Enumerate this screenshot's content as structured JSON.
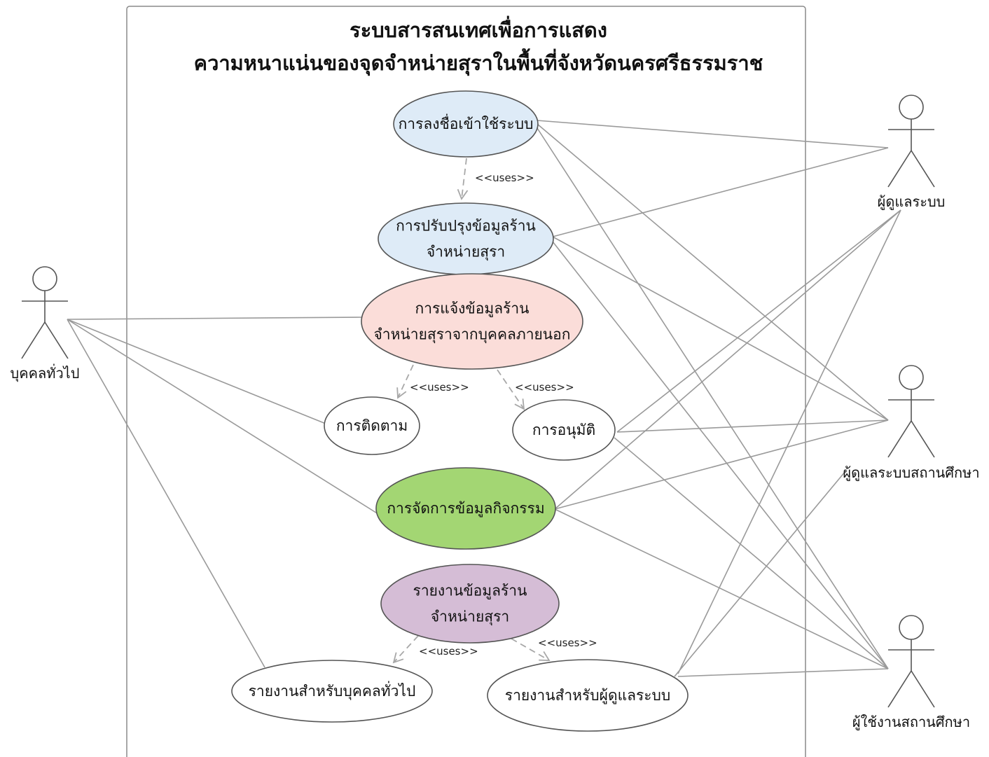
{
  "system": {
    "title_line1": "ระบบสารสนเทศเพื่อการแสดง",
    "title_line2": "ความหนาแน่นของจุดจำหน่ายสุราในพื้นที่จังหวัดนครศรีธรรมราช"
  },
  "actors": [
    {
      "id": "general",
      "label": "บุคคลทั่วไป"
    },
    {
      "id": "admin",
      "label": "ผู้ดูแลระบบ"
    },
    {
      "id": "school_admin",
      "label": "ผู้ดูแลระบบสถานศึกษา"
    },
    {
      "id": "school_user",
      "label": "ผู้ใช้งานสถานศึกษา"
    }
  ],
  "use_cases": [
    {
      "id": "login",
      "lines": [
        "การลงชื่อเข้าใช้ระบบ"
      ],
      "color": "#deebf7"
    },
    {
      "id": "update",
      "lines": [
        "การปรับปรุงข้อมูลร้าน",
        "จำหน่ายสุรา"
      ],
      "color": "#deebf7"
    },
    {
      "id": "notify",
      "lines": [
        "การแจ้งข้อมูลร้าน",
        "จำหน่ายสุราจากบุคคลภายนอก"
      ],
      "color": "#fbddd9"
    },
    {
      "id": "track",
      "lines": [
        "การติดตาม"
      ],
      "color": "#ffffff"
    },
    {
      "id": "approve",
      "lines": [
        "การอนุมัติ"
      ],
      "color": "#ffffff"
    },
    {
      "id": "activity",
      "lines": [
        "การจัดการข้อมูลกิจกรรม"
      ],
      "color": "#a3d673"
    },
    {
      "id": "report",
      "lines": [
        "รายงานข้อมูลร้าน",
        "จำหน่ายสุรา"
      ],
      "color": "#d5bdd6"
    },
    {
      "id": "report_general",
      "lines": [
        "รายงานสำหรับบุคคลทั่วไป"
      ],
      "color": "#ffffff"
    },
    {
      "id": "report_admin",
      "lines": [
        "รายงานสำหรับผู้ดูแลระบบ"
      ],
      "color": "#ffffff"
    }
  ],
  "dependencies": [
    {
      "from": "login",
      "to": "update",
      "label": "<<uses>>"
    },
    {
      "from": "notify",
      "to": "track",
      "label": "<<uses>>"
    },
    {
      "from": "notify",
      "to": "approve",
      "label": "<<uses>>"
    },
    {
      "from": "report",
      "to": "report_general",
      "label": "<<uses>>"
    },
    {
      "from": "report",
      "to": "report_admin",
      "label": "<<uses>>"
    }
  ],
  "associations": [
    {
      "actor": "general",
      "use_case": "notify"
    },
    {
      "actor": "general",
      "use_case": "track"
    },
    {
      "actor": "general",
      "use_case": "activity"
    },
    {
      "actor": "general",
      "use_case": "report_general"
    },
    {
      "actor": "admin",
      "use_case": "login"
    },
    {
      "actor": "admin",
      "use_case": "update"
    },
    {
      "actor": "admin",
      "use_case": "approve"
    },
    {
      "actor": "admin",
      "use_case": "activity"
    },
    {
      "actor": "admin",
      "use_case": "report_admin"
    },
    {
      "actor": "school_admin",
      "use_case": "login"
    },
    {
      "actor": "school_admin",
      "use_case": "update"
    },
    {
      "actor": "school_admin",
      "use_case": "approve"
    },
    {
      "actor": "school_admin",
      "use_case": "activity"
    },
    {
      "actor": "school_admin",
      "use_case": "report_admin"
    },
    {
      "actor": "school_user",
      "use_case": "login"
    },
    {
      "actor": "school_user",
      "use_case": "update"
    },
    {
      "actor": "school_user",
      "use_case": "approve"
    },
    {
      "actor": "school_user",
      "use_case": "activity"
    },
    {
      "actor": "school_user",
      "use_case": "report_admin"
    }
  ],
  "colors": {
    "line": "#9a9a9a",
    "outline": "#555555",
    "text": "#111111"
  }
}
